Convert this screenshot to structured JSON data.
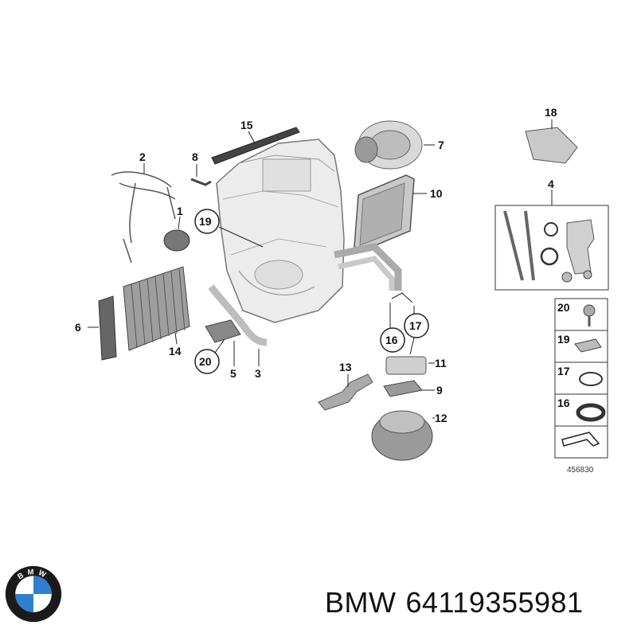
{
  "callouts": {
    "c1": "1",
    "c2": "2",
    "c3": "3",
    "c4": "4",
    "c5": "5",
    "c6": "6",
    "c7": "7",
    "c8": "8",
    "c9": "9",
    "c10": "10",
    "c11": "11",
    "c12": "12",
    "c13": "13",
    "c14": "14",
    "c15": "15",
    "c16": "16",
    "c17": "17",
    "c18": "18",
    "c19": "19",
    "c20": "20"
  },
  "legend": {
    "items": [
      {
        "label": "20",
        "icon": "screw-icon"
      },
      {
        "label": "19",
        "icon": "clip-icon"
      },
      {
        "label": "17",
        "icon": "o-ring-icon"
      },
      {
        "label": "16",
        "icon": "gasket-icon"
      }
    ],
    "ref_number": "456830"
  },
  "caption": {
    "brand": "BMW",
    "part_number": "64119355981"
  },
  "logo": {
    "letters": "BMW",
    "colors": {
      "ring": "#1a1a1a",
      "blue": "#2f7fd0",
      "white": "#ffffff"
    }
  },
  "colors": {
    "line": "#222222",
    "part_fill": "#e6e6e6",
    "part_stroke": "#666666",
    "dark_part": "#555555"
  }
}
